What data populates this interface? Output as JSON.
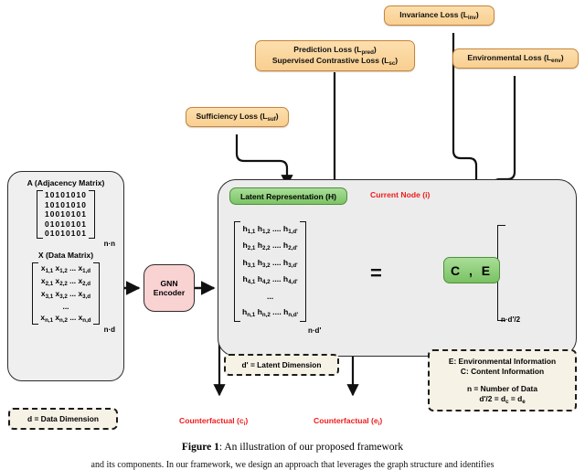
{
  "figure": {
    "caption_prefix": "Figure 1",
    "caption_text": ": An illustration of our proposed framework",
    "body_text": "and its components. In our framework, we design an approach that leverages the graph structure and identifies"
  },
  "losses": [
    {
      "id": "sufficiency",
      "lines": [
        "Sufficiency Loss (L",
        "suf",
        ")"
      ],
      "label": "Sufficiency Loss (Lsuf)"
    },
    {
      "id": "prediction",
      "line1_a": "Prediction Loss (L",
      "line1_sub": "pred",
      "line1_b": ")",
      "line2_a": "Supervised Contrastive Loss (L",
      "line2_sub": "sc",
      "line2_b": ")"
    },
    {
      "id": "invariance",
      "a": "Invariance Loss (L",
      "sub": "inv",
      "b": ")"
    },
    {
      "id": "environmental",
      "a": "Environmental Loss (L",
      "sub": "env",
      "b": ")"
    }
  ],
  "input_panel": {
    "adjacency_title": "A (Adjacency Matrix)",
    "adjacency_rows": [
      "10101010",
      "10101010",
      "10010101",
      "01010101",
      "01010101"
    ],
    "adjacency_dim": "n·n",
    "data_title": "X (Data Matrix)",
    "data_rows": [
      "x1,1  x1,2  ...  x1,d",
      "x2,1  x2,2  ...  x2,d",
      "x3,1  x3,2  ...  x3,d",
      "...",
      "xn,1  xn,2  ...  xn,d"
    ],
    "data_dim": "n·d"
  },
  "encoder": {
    "label": "GNN Encoder"
  },
  "latent": {
    "title": "Latent Representation (H)",
    "rows": [
      "h1,1  h1,2  ....  h1,d'",
      "h2,1  h2,2  ....  h2,d'",
      "h3,1  h3,2  ....  h3,d'",
      "h4,1  h4,2  ....  h4,d'",
      "...",
      "hn,1  hn,2  ....  hn,d'"
    ],
    "dim": "n·d'",
    "equals": "=",
    "ce_label": "C  ,  E",
    "ce_dim": "n·d'/2",
    "current_node": "Current Node (i)"
  },
  "notes": {
    "data_dimension": "d = Data Dimension",
    "latent_dimension": "d' = Latent Dimension",
    "legend_line1": "E: Environmental Information",
    "legend_line2": "C: Content Information",
    "legend_line3": "n = Number of Data",
    "legend_line4_a": "d'/2 = d",
    "legend_line4_sub1": "c",
    "legend_line4_mid": " = d",
    "legend_line4_sub2": "e"
  },
  "outputs": {
    "counterfactual_c_a": "Counterfactual (c",
    "counterfactual_c_sub": "i",
    "counterfactual_c_b": ")",
    "counterfactual_e_a": "Counterfactual (e",
    "counterfactual_e_sub": "i",
    "counterfactual_e_b": ")"
  },
  "colors": {
    "loss_box": "#f9cf90",
    "loss_border": "#c8843a",
    "panel_bg": "#ececec",
    "encoder_bg": "#f9d2d2",
    "latent_green": "#7cc465",
    "accent_red": "#ee1c1c",
    "note_bg": "#f6f2e6"
  }
}
